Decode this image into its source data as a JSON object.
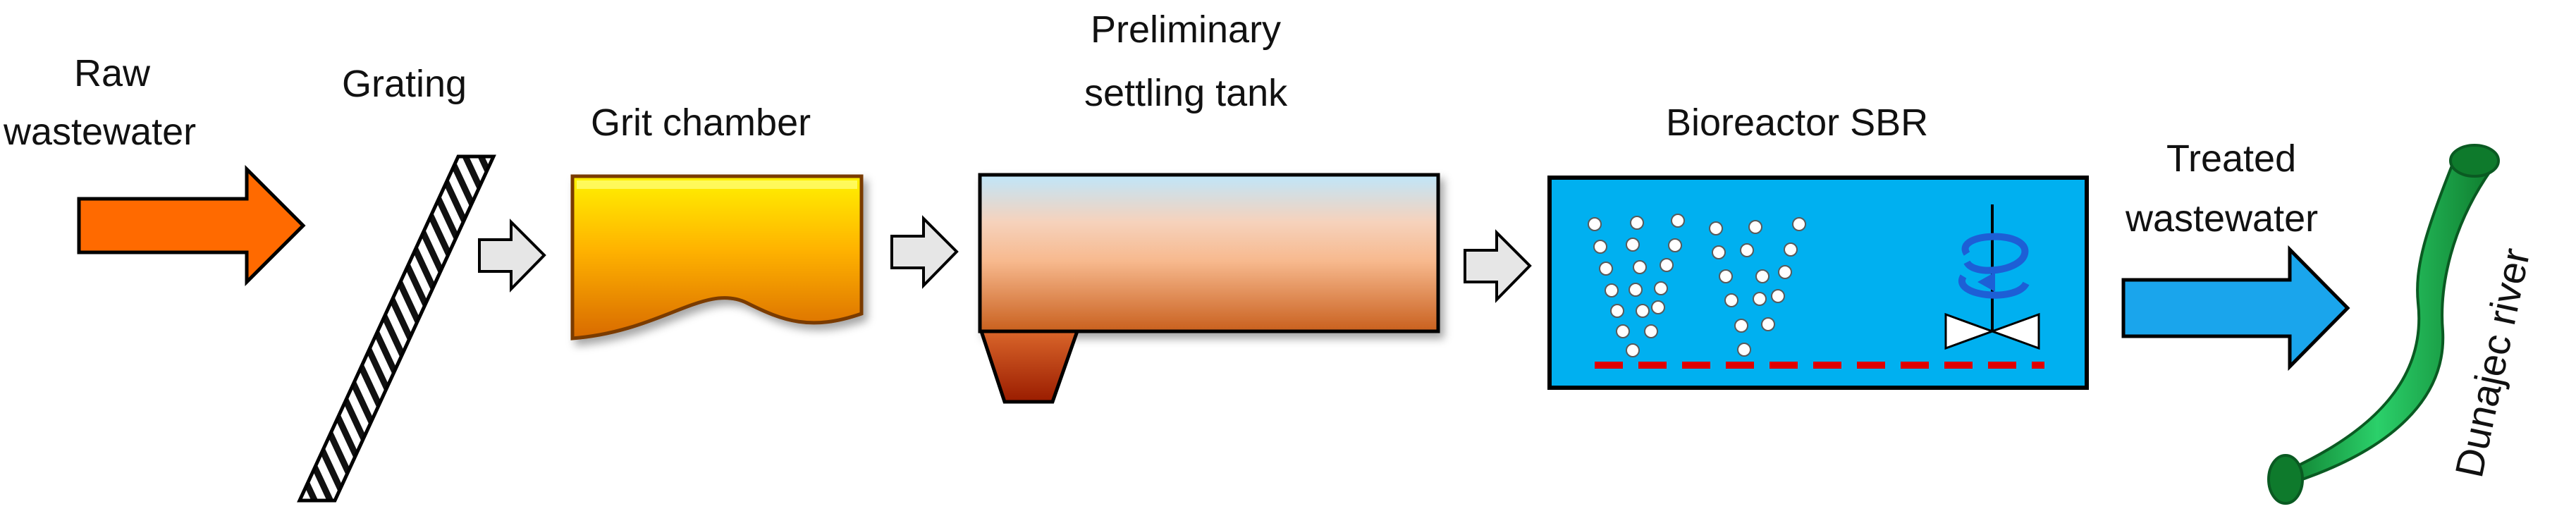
{
  "labels": {
    "raw_wastewater": [
      "Raw",
      "wastewater"
    ],
    "grating": "Grating",
    "grit_chamber": "Grit chamber",
    "preliminary_settling_tank": [
      "Preliminary",
      "settling tank"
    ],
    "bioreactor": "Bioreactor SBR",
    "treated_wastewater": [
      "Treated",
      "wastewater"
    ],
    "river": "Dunajec river"
  },
  "colors": {
    "raw_arrow": "#FF6A00",
    "flow_arrow": "#E6E6E6",
    "grit_top": "#FFF200",
    "grit_bottom": "#E07800",
    "tank_top": "#C9E8F8",
    "tank_mid": "#F8C9A6",
    "tank_bottom": "#C85E1C",
    "hopper": "#A92A00",
    "bioreactor": "#00B0F0",
    "aeration_line": "#E00000",
    "treated_arrow": "#1AA5EC",
    "river": "#119A3A",
    "outline": "#000000"
  },
  "icons": [
    "aeration-bubbles-icon",
    "mixer-icon",
    "flow-arrow-icon"
  ]
}
